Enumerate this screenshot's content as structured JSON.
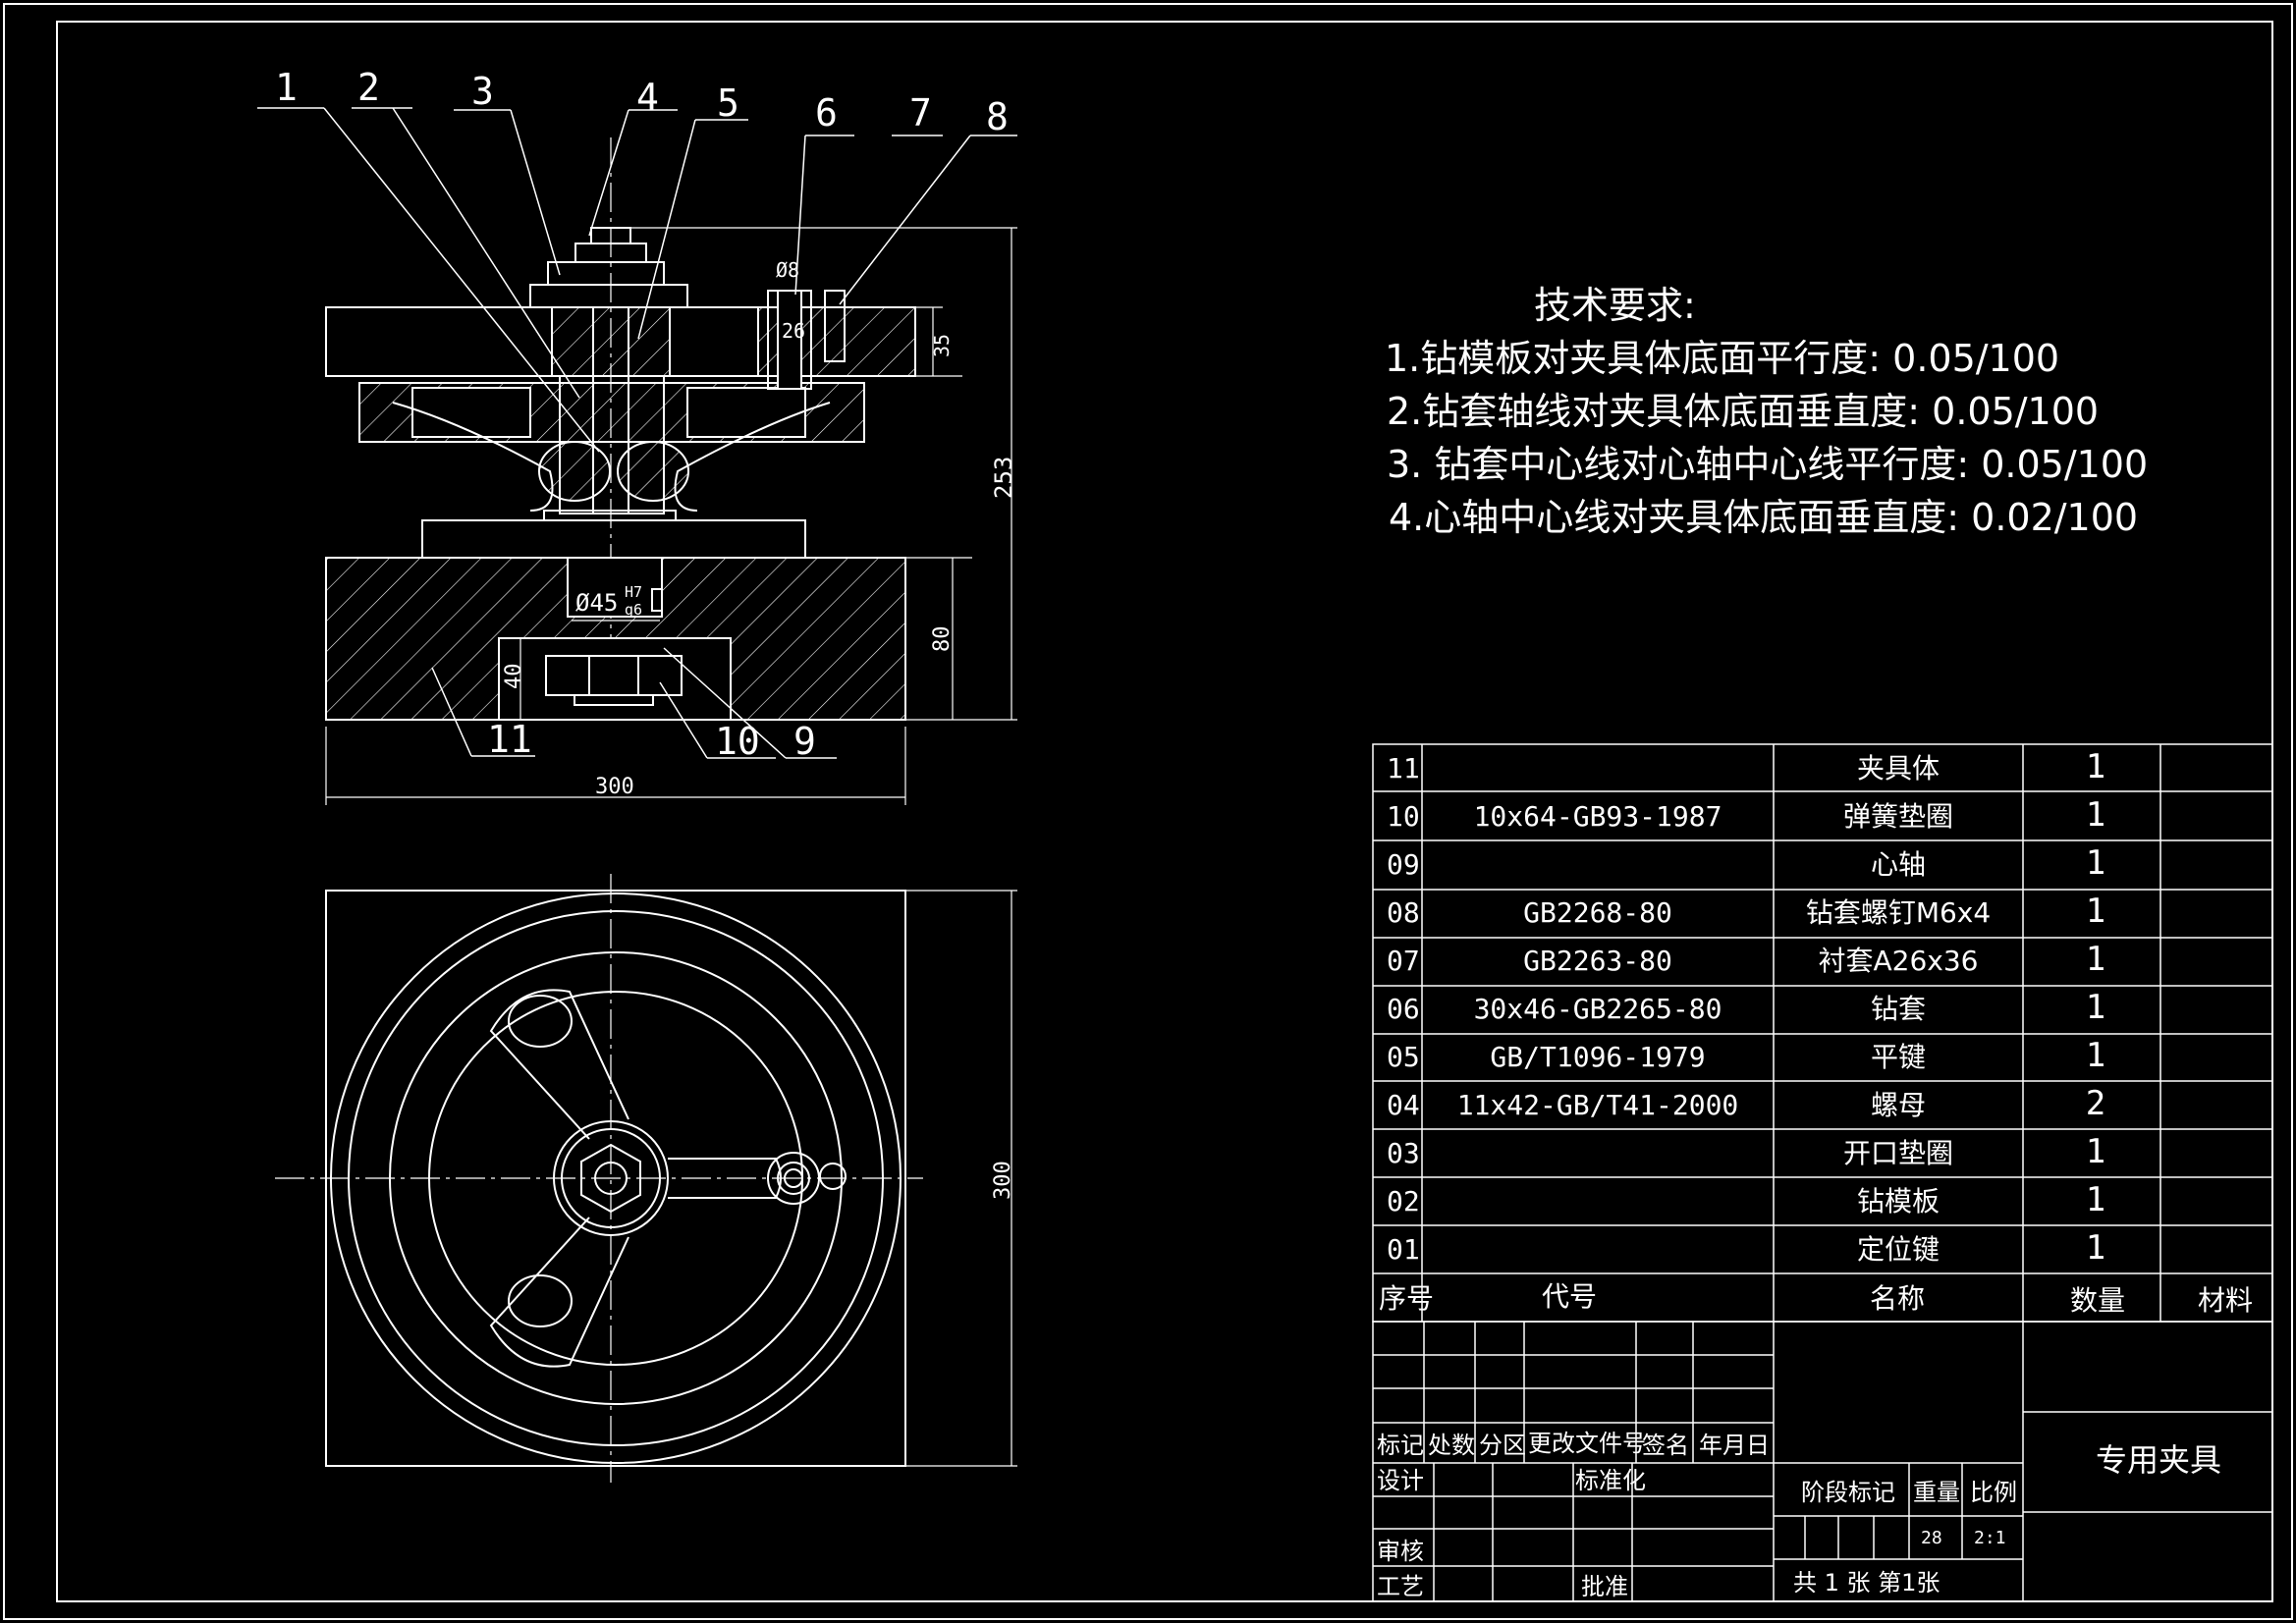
{
  "drawing": {
    "part_labels": [
      "1",
      "2",
      "3",
      "4",
      "5",
      "6",
      "7",
      "8",
      "9",
      "10",
      "11"
    ],
    "dimensions": {
      "drill_diameter": "Ø8",
      "bushing": "26",
      "plate_thickness": "35",
      "total_height": "253",
      "fit": "Ø45",
      "fit_h": "H7",
      "fit_g": "g6",
      "base_height": "80",
      "pocket_depth": "40",
      "width": "300",
      "plan_height": "300"
    }
  },
  "tech_requirements": {
    "title": "技术要求:",
    "items": [
      "1.钻模板对夹具体底面平行度: 0.05/100",
      "2.钻套轴线对夹具体底面垂直度: 0.05/100",
      "3. 钻套中心线对心轴中心线平行度: 0.05/100",
      "4.心轴中心线对夹具体底面垂直度: 0.02/100"
    ]
  },
  "parts_list": {
    "rows": [
      {
        "no": "11",
        "code": "",
        "name": "夹具体",
        "qty": "1",
        "material": ""
      },
      {
        "no": "10",
        "code": "10x64-GB93-1987",
        "name": "弹簧垫圈",
        "qty": "1",
        "material": ""
      },
      {
        "no": "09",
        "code": "",
        "name": "心轴",
        "qty": "1",
        "material": ""
      },
      {
        "no": "08",
        "code": "GB2268-80",
        "name": "钻套螺钉M6x4",
        "qty": "1",
        "material": ""
      },
      {
        "no": "07",
        "code": "GB2263-80",
        "name": "衬套A26x36",
        "qty": "1",
        "material": ""
      },
      {
        "no": "06",
        "code": "30x46-GB2265-80",
        "name": "钻套",
        "qty": "1",
        "material": ""
      },
      {
        "no": "05",
        "code": "GB/T1096-1979",
        "name": "平键",
        "qty": "1",
        "material": ""
      },
      {
        "no": "04",
        "code": "11x42-GB/T41-2000",
        "name": "螺母",
        "qty": "2",
        "material": ""
      },
      {
        "no": "03",
        "code": "",
        "name": "开口垫圈",
        "qty": "1",
        "material": ""
      },
      {
        "no": "02",
        "code": "",
        "name": "钻模板",
        "qty": "1",
        "material": ""
      },
      {
        "no": "01",
        "code": "",
        "name": "定位键",
        "qty": "1",
        "material": ""
      }
    ],
    "header": {
      "no": "序号",
      "code": "代号",
      "name": "名称",
      "qty": "数量",
      "material": "材料"
    }
  },
  "title_block": {
    "revision_headers": [
      "标记",
      "处数",
      "分区",
      "更改文件号",
      "签名",
      "年月日"
    ],
    "design": "设计",
    "standardize": "标准化",
    "review": "审核",
    "process": "工艺",
    "approve": "批准",
    "stage_mark": "阶段标记",
    "weight": "重量",
    "scale": "比例",
    "weight_value": "28",
    "scale_value": "2:1",
    "sheets": "共 1 张 第1张",
    "drawing_name": "专用夹具"
  }
}
